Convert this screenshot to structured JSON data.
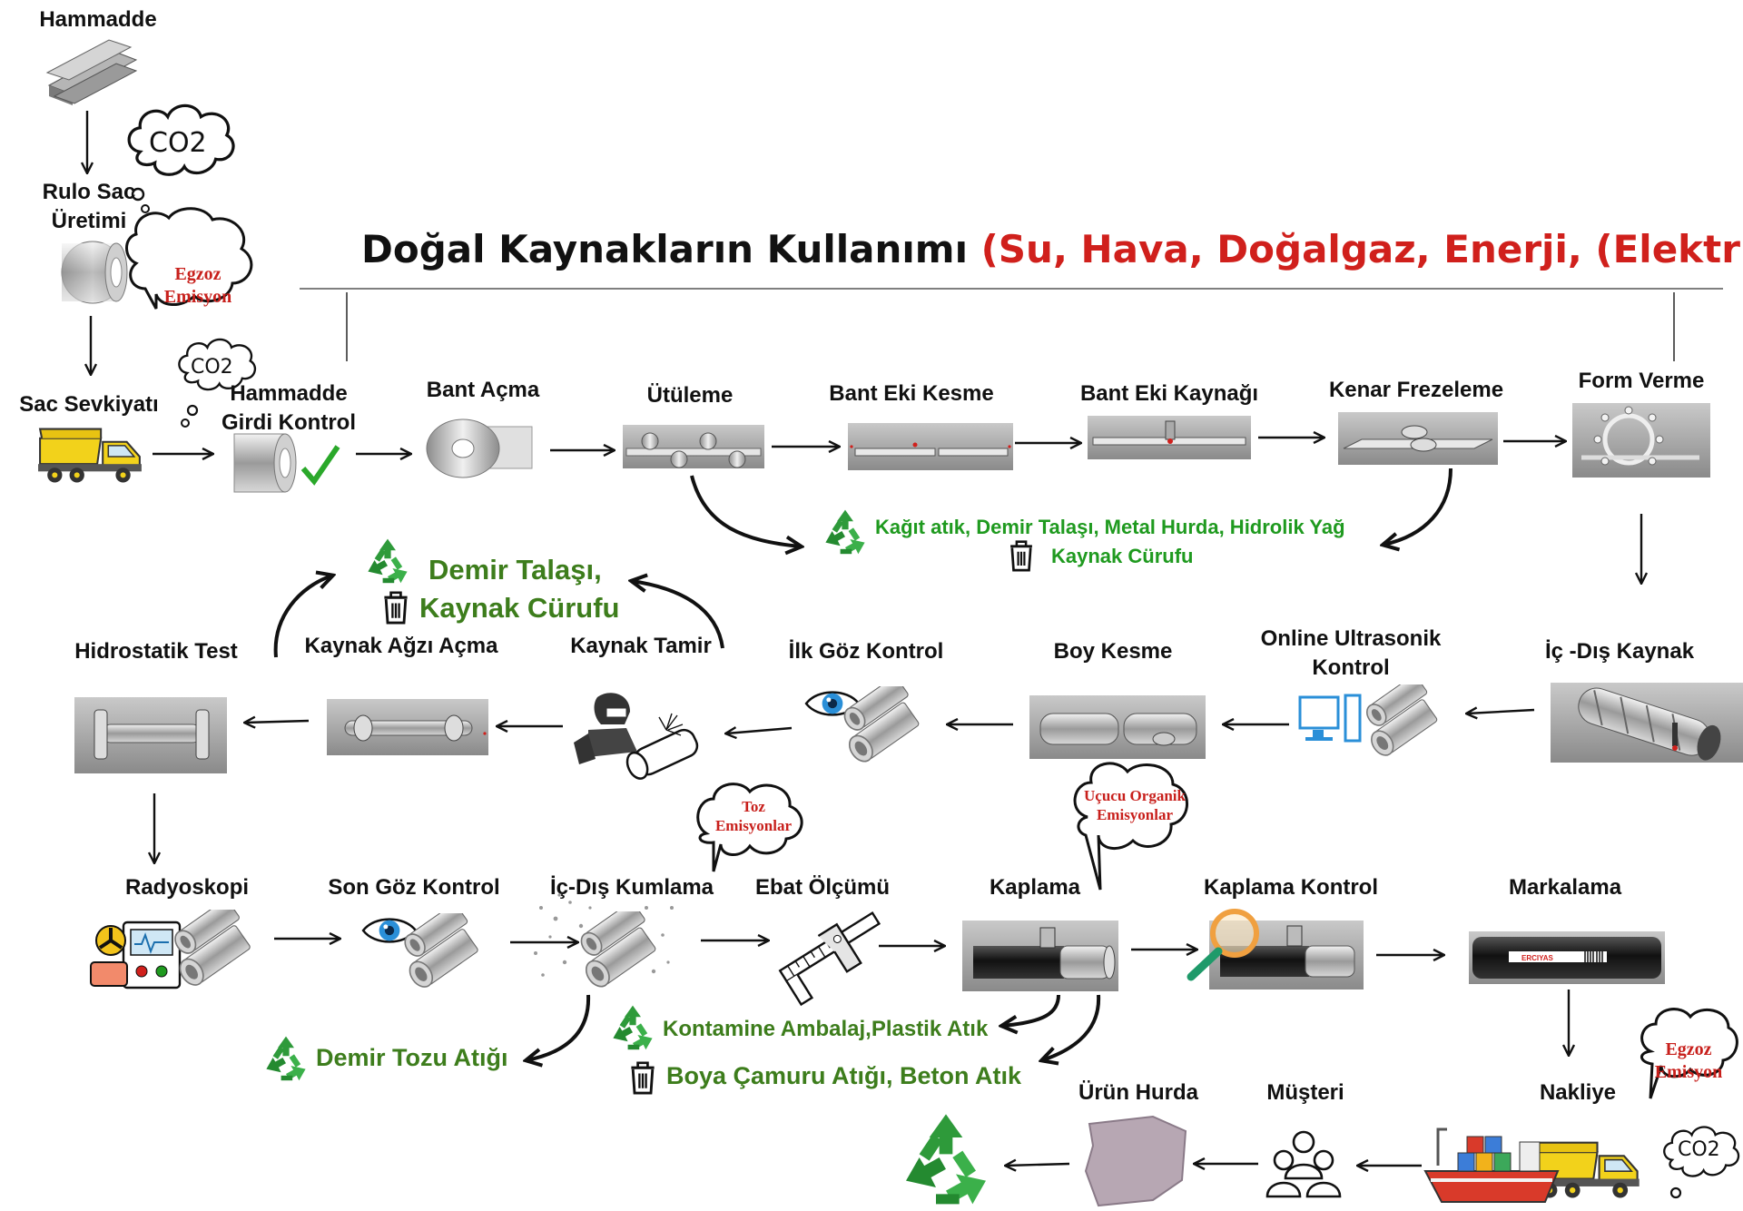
{
  "title": {
    "main": "Doğal Kaynakların Kullanımı",
    "highlight": "(Su, Hava, Doğalgaz, Enerji, (Elektrik))"
  },
  "labels": {
    "hammadde": "Hammadde",
    "rulo_sac": "Rulo Sac Üretimi",
    "sac_sevkiyati": "Sac Sevkiyatı",
    "hammadde_girdi": "Hammadde Girdi Kontrol",
    "bant_acma": "Bant Açma",
    "utuleme": "Ütüleme",
    "bant_eki_kesme": "Bant Eki Kesme",
    "bant_eki_kaynagi": "Bant Eki Kaynağı",
    "kenar_frezeleme": "Kenar Frezeleme",
    "form_verme": "Form Verme",
    "ic_dis_kaynak": "İç -Dış Kaynak",
    "online_ultrasonik": "Online Ultrasonik Kontrol",
    "boy_kesme": "Boy Kesme",
    "ilk_goz_kontrol": "İlk Göz Kontrol",
    "kaynak_tamir": "Kaynak Tamir",
    "kaynak_agzi_acma": "Kaynak Ağzı Açma",
    "hidrostatik_test": "Hidrostatik Test",
    "radyoskopi": "Radyoskopi",
    "son_goz_kontrol": "Son Göz Kontrol",
    "ic_dis_kumlama": "İç-Dış Kumlama",
    "ebat_olcumu": "Ebat Ölçümü",
    "kaplama": "Kaplama",
    "kaplama_kontrol": "Kaplama Kontrol",
    "markalama": "Markalama",
    "nakliye": "Nakliye",
    "musteri": "Müşteri",
    "urun_hurda": "Ürün Hurda"
  },
  "bubbles": {
    "co2": "CO2",
    "egzoz_top": "Egzoz Emisyon",
    "egzoz_bottom": "Egzoz Emisyon",
    "toz": "Toz Emisyonlar",
    "ucucu": "Uçucu Organik Emisyonlar"
  },
  "waste": {
    "line1_recycle": "Kağıt atık, Demir Talaşı, Metal Hurda, Hidrolik Yağ",
    "line1_trash": "Kaynak Cürufu",
    "mid_recycle": "Demir Talaşı,",
    "mid_trash": "Kaynak Cürufu",
    "bottom_left": "Demir Tozu Atığı",
    "bottom_recycle": "Kontamine Ambalaj,Plastik Atık",
    "bottom_trash": "Boya Çamuru Atığı, Beton Atık"
  },
  "marking_text": "ERCIYAS",
  "colors": {
    "red": "#d0201c",
    "green": "#1f9a1f",
    "dark_green": "#3d7d1c",
    "truck_yellow": "#f2d21b",
    "eye_blue": "#2a8fd8"
  }
}
